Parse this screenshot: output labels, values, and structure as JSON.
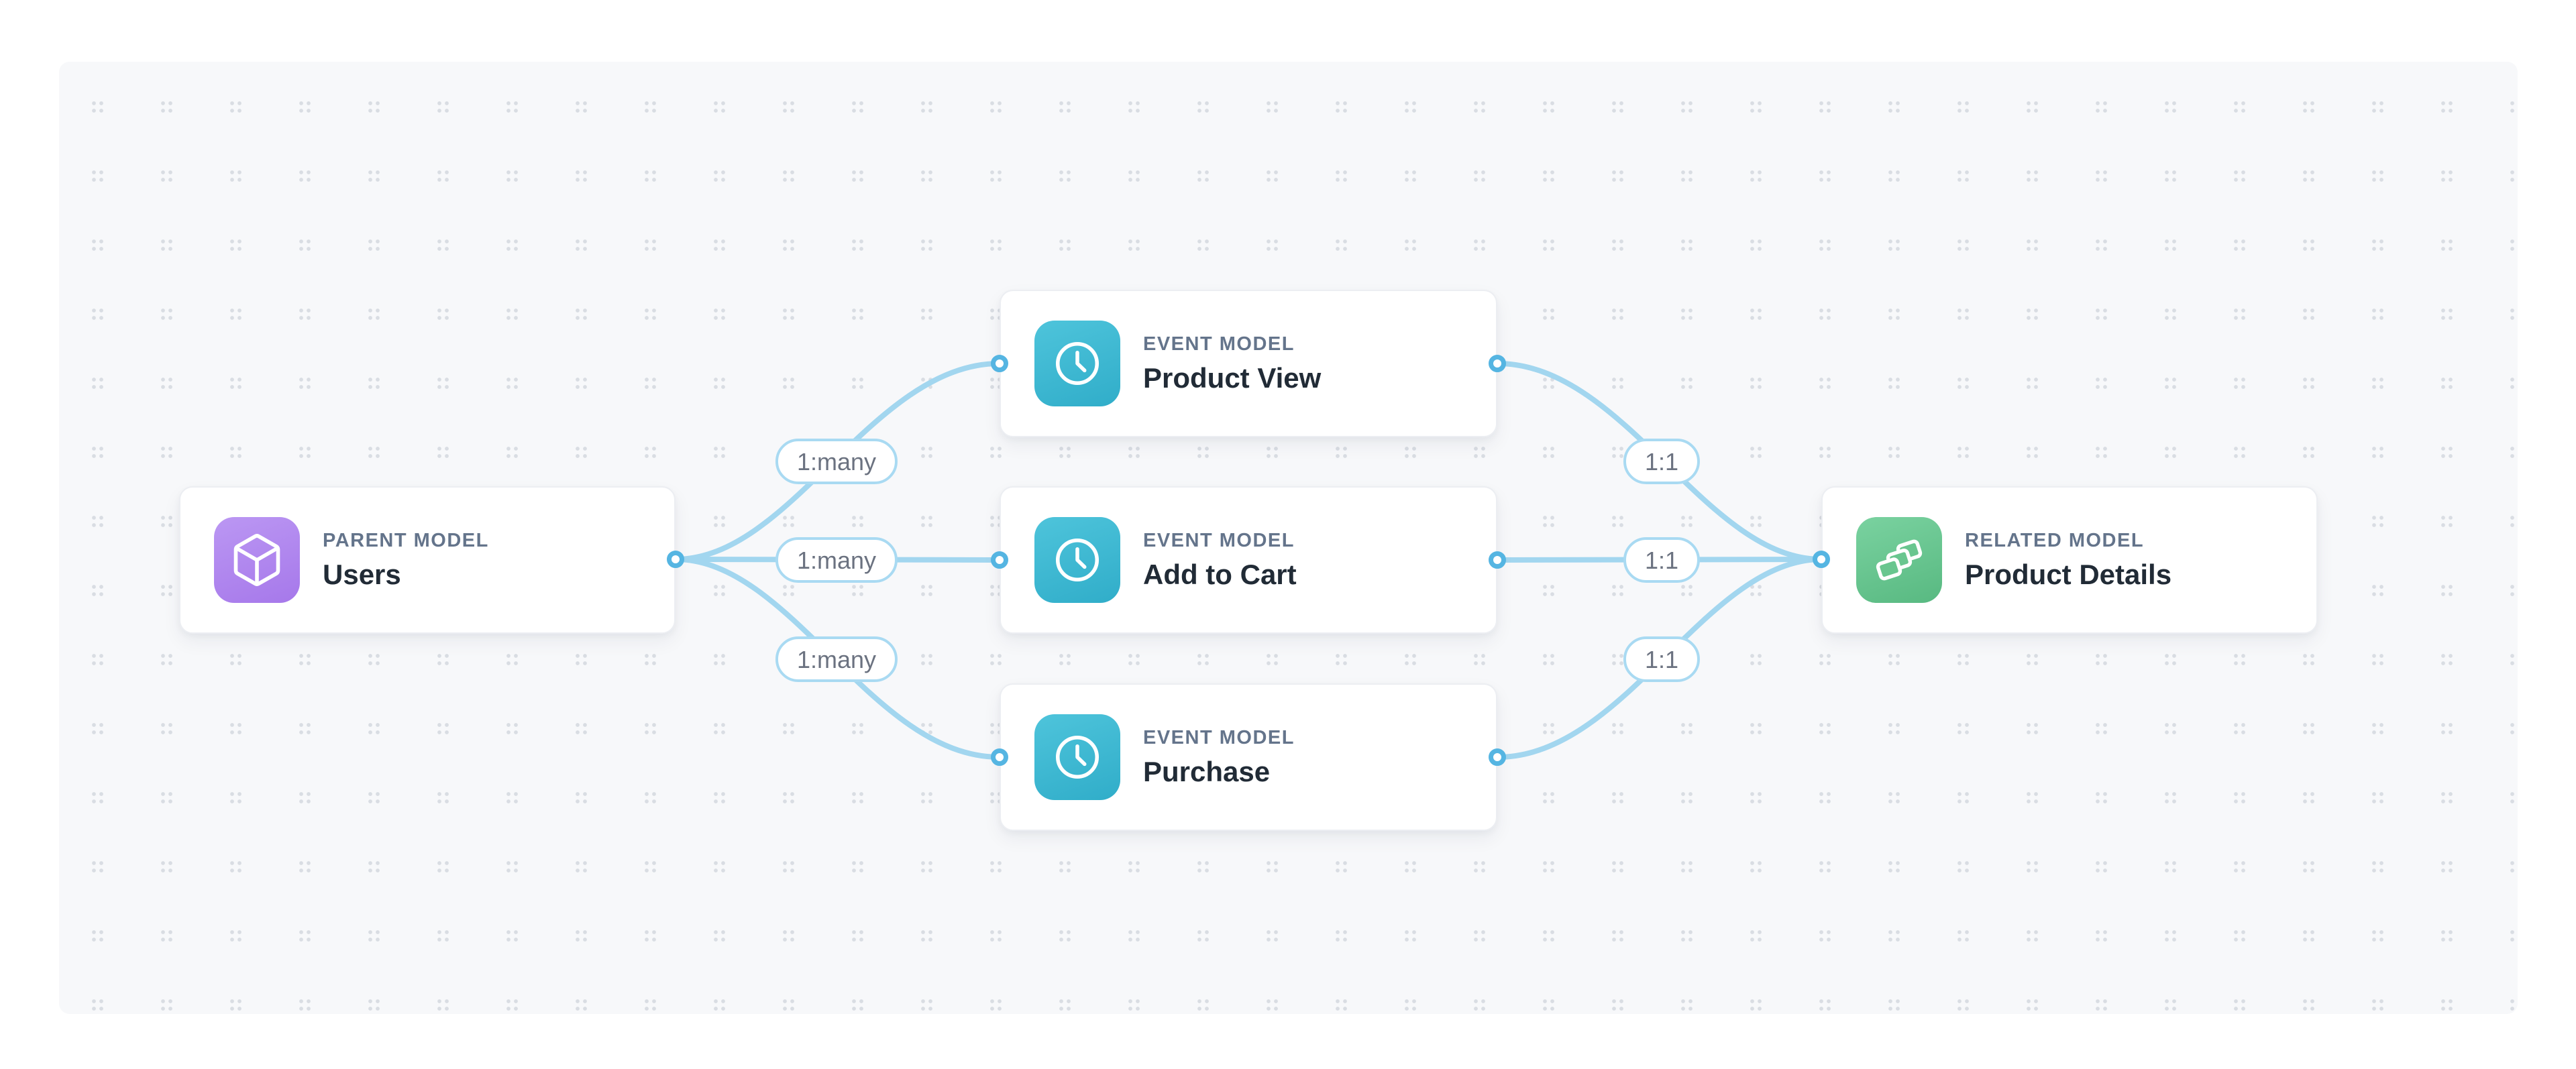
{
  "diagram": {
    "background": {
      "outer_color": "#ffffff",
      "panel_color": "#f7f8fa",
      "dot_color": "#d9dde3"
    },
    "colors": {
      "edge": "#a2d6ef",
      "handle_ring": "#55b5e2",
      "edge_label_border": "#a9daf2",
      "edge_label_text": "#6b7280",
      "type_label_text": "#64748b",
      "name_text": "#212b36",
      "parent_icon_gradient": [
        "#bb97f3",
        "#a678ea"
      ],
      "event_icon_gradient": [
        "#4ec4db",
        "#30adc9"
      ],
      "related_icon_gradient": [
        "#7ad2a0",
        "#58b981"
      ]
    },
    "nodes": [
      {
        "id": "users",
        "type_label": "PARENT MODEL",
        "name": "Users",
        "icon": "cube-icon",
        "kind": "parent"
      },
      {
        "id": "product-view",
        "type_label": "EVENT MODEL",
        "name": "Product View",
        "icon": "clock-icon",
        "kind": "event"
      },
      {
        "id": "add-to-cart",
        "type_label": "EVENT MODEL",
        "name": "Add to Cart",
        "icon": "clock-icon",
        "kind": "event"
      },
      {
        "id": "purchase",
        "type_label": "EVENT MODEL",
        "name": "Purchase",
        "icon": "clock-icon",
        "kind": "event"
      },
      {
        "id": "product-details",
        "type_label": "RELATED MODEL",
        "name": "Product Details",
        "icon": "layers-icon",
        "kind": "related"
      }
    ],
    "edges": [
      {
        "from": "users",
        "to": "product-view",
        "label": "1:many"
      },
      {
        "from": "users",
        "to": "add-to-cart",
        "label": "1:many"
      },
      {
        "from": "users",
        "to": "purchase",
        "label": "1:many"
      },
      {
        "from": "product-view",
        "to": "product-details",
        "label": "1:1"
      },
      {
        "from": "add-to-cart",
        "to": "product-details",
        "label": "1:1"
      },
      {
        "from": "purchase",
        "to": "product-details",
        "label": "1:1"
      }
    ]
  }
}
